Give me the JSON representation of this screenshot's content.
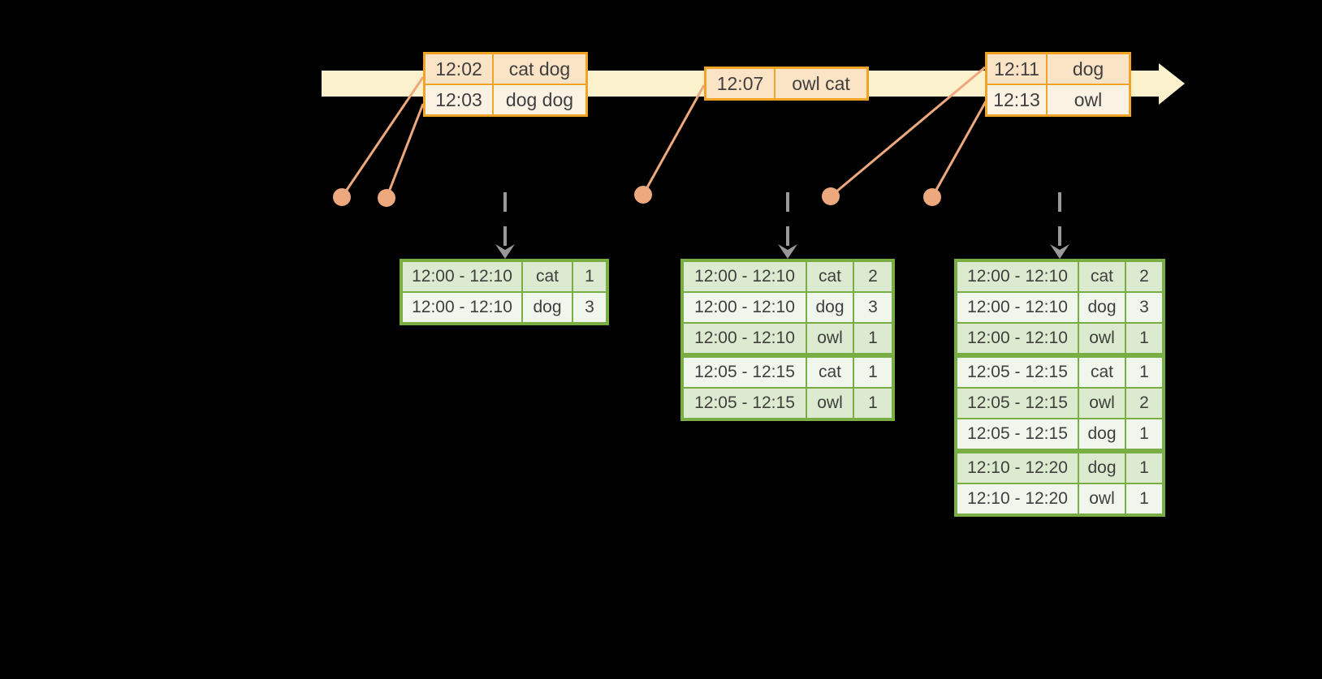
{
  "colors": {
    "background": "#000000",
    "timeline_fill": "#FBF1CD",
    "event_table_border": "#EFA426",
    "event_row_dark": "#FBE3C6",
    "event_row_light": "#FCF2E4",
    "connector_salmon": "#EDA87D",
    "trigger_arrow_gray": "#999999",
    "result_table_border": "#79AE45",
    "result_row_green": "#DCEACF",
    "result_row_white": "#F1F6EC",
    "text": "#3F3F3F"
  },
  "icons": {
    "timeline_arrow": "right-arrow-band",
    "trigger_arrow": "dashed-down-arrow",
    "event_dot": "filled-circle"
  },
  "event_tables": [
    {
      "rows": [
        {
          "time": "12:02",
          "words": "cat dog"
        },
        {
          "time": "12:03",
          "words": "dog dog"
        }
      ]
    },
    {
      "rows": [
        {
          "time": "12:07",
          "words": "owl cat"
        }
      ]
    },
    {
      "rows": [
        {
          "time": "12:11",
          "words": "dog"
        },
        {
          "time": "12:13",
          "words": "owl"
        }
      ]
    }
  ],
  "result_tables": [
    {
      "rows": [
        {
          "window": "12:00 - 12:10",
          "word": "cat",
          "count": "1"
        },
        {
          "window": "12:00 - 12:10",
          "word": "dog",
          "count": "3"
        }
      ]
    },
    {
      "rows": [
        {
          "window": "12:00 - 12:10",
          "word": "cat",
          "count": "2"
        },
        {
          "window": "12:00 - 12:10",
          "word": "dog",
          "count": "3"
        },
        {
          "window": "12:00 - 12:10",
          "word": "owl",
          "count": "1"
        },
        {
          "window": "12:05 - 12:15",
          "word": "cat",
          "count": "1"
        },
        {
          "window": "12:05 - 12:15",
          "word": "owl",
          "count": "1"
        }
      ]
    },
    {
      "rows": [
        {
          "window": "12:00 - 12:10",
          "word": "cat",
          "count": "2"
        },
        {
          "window": "12:00 - 12:10",
          "word": "dog",
          "count": "3"
        },
        {
          "window": "12:00 - 12:10",
          "word": "owl",
          "count": "1"
        },
        {
          "window": "12:05 - 12:15",
          "word": "cat",
          "count": "1"
        },
        {
          "window": "12:05 - 12:15",
          "word": "owl",
          "count": "2"
        },
        {
          "window": "12:05 - 12:15",
          "word": "dog",
          "count": "1"
        },
        {
          "window": "12:10 - 12:20",
          "word": "dog",
          "count": "1"
        },
        {
          "window": "12:10 - 12:20",
          "word": "owl",
          "count": "1"
        }
      ]
    }
  ]
}
